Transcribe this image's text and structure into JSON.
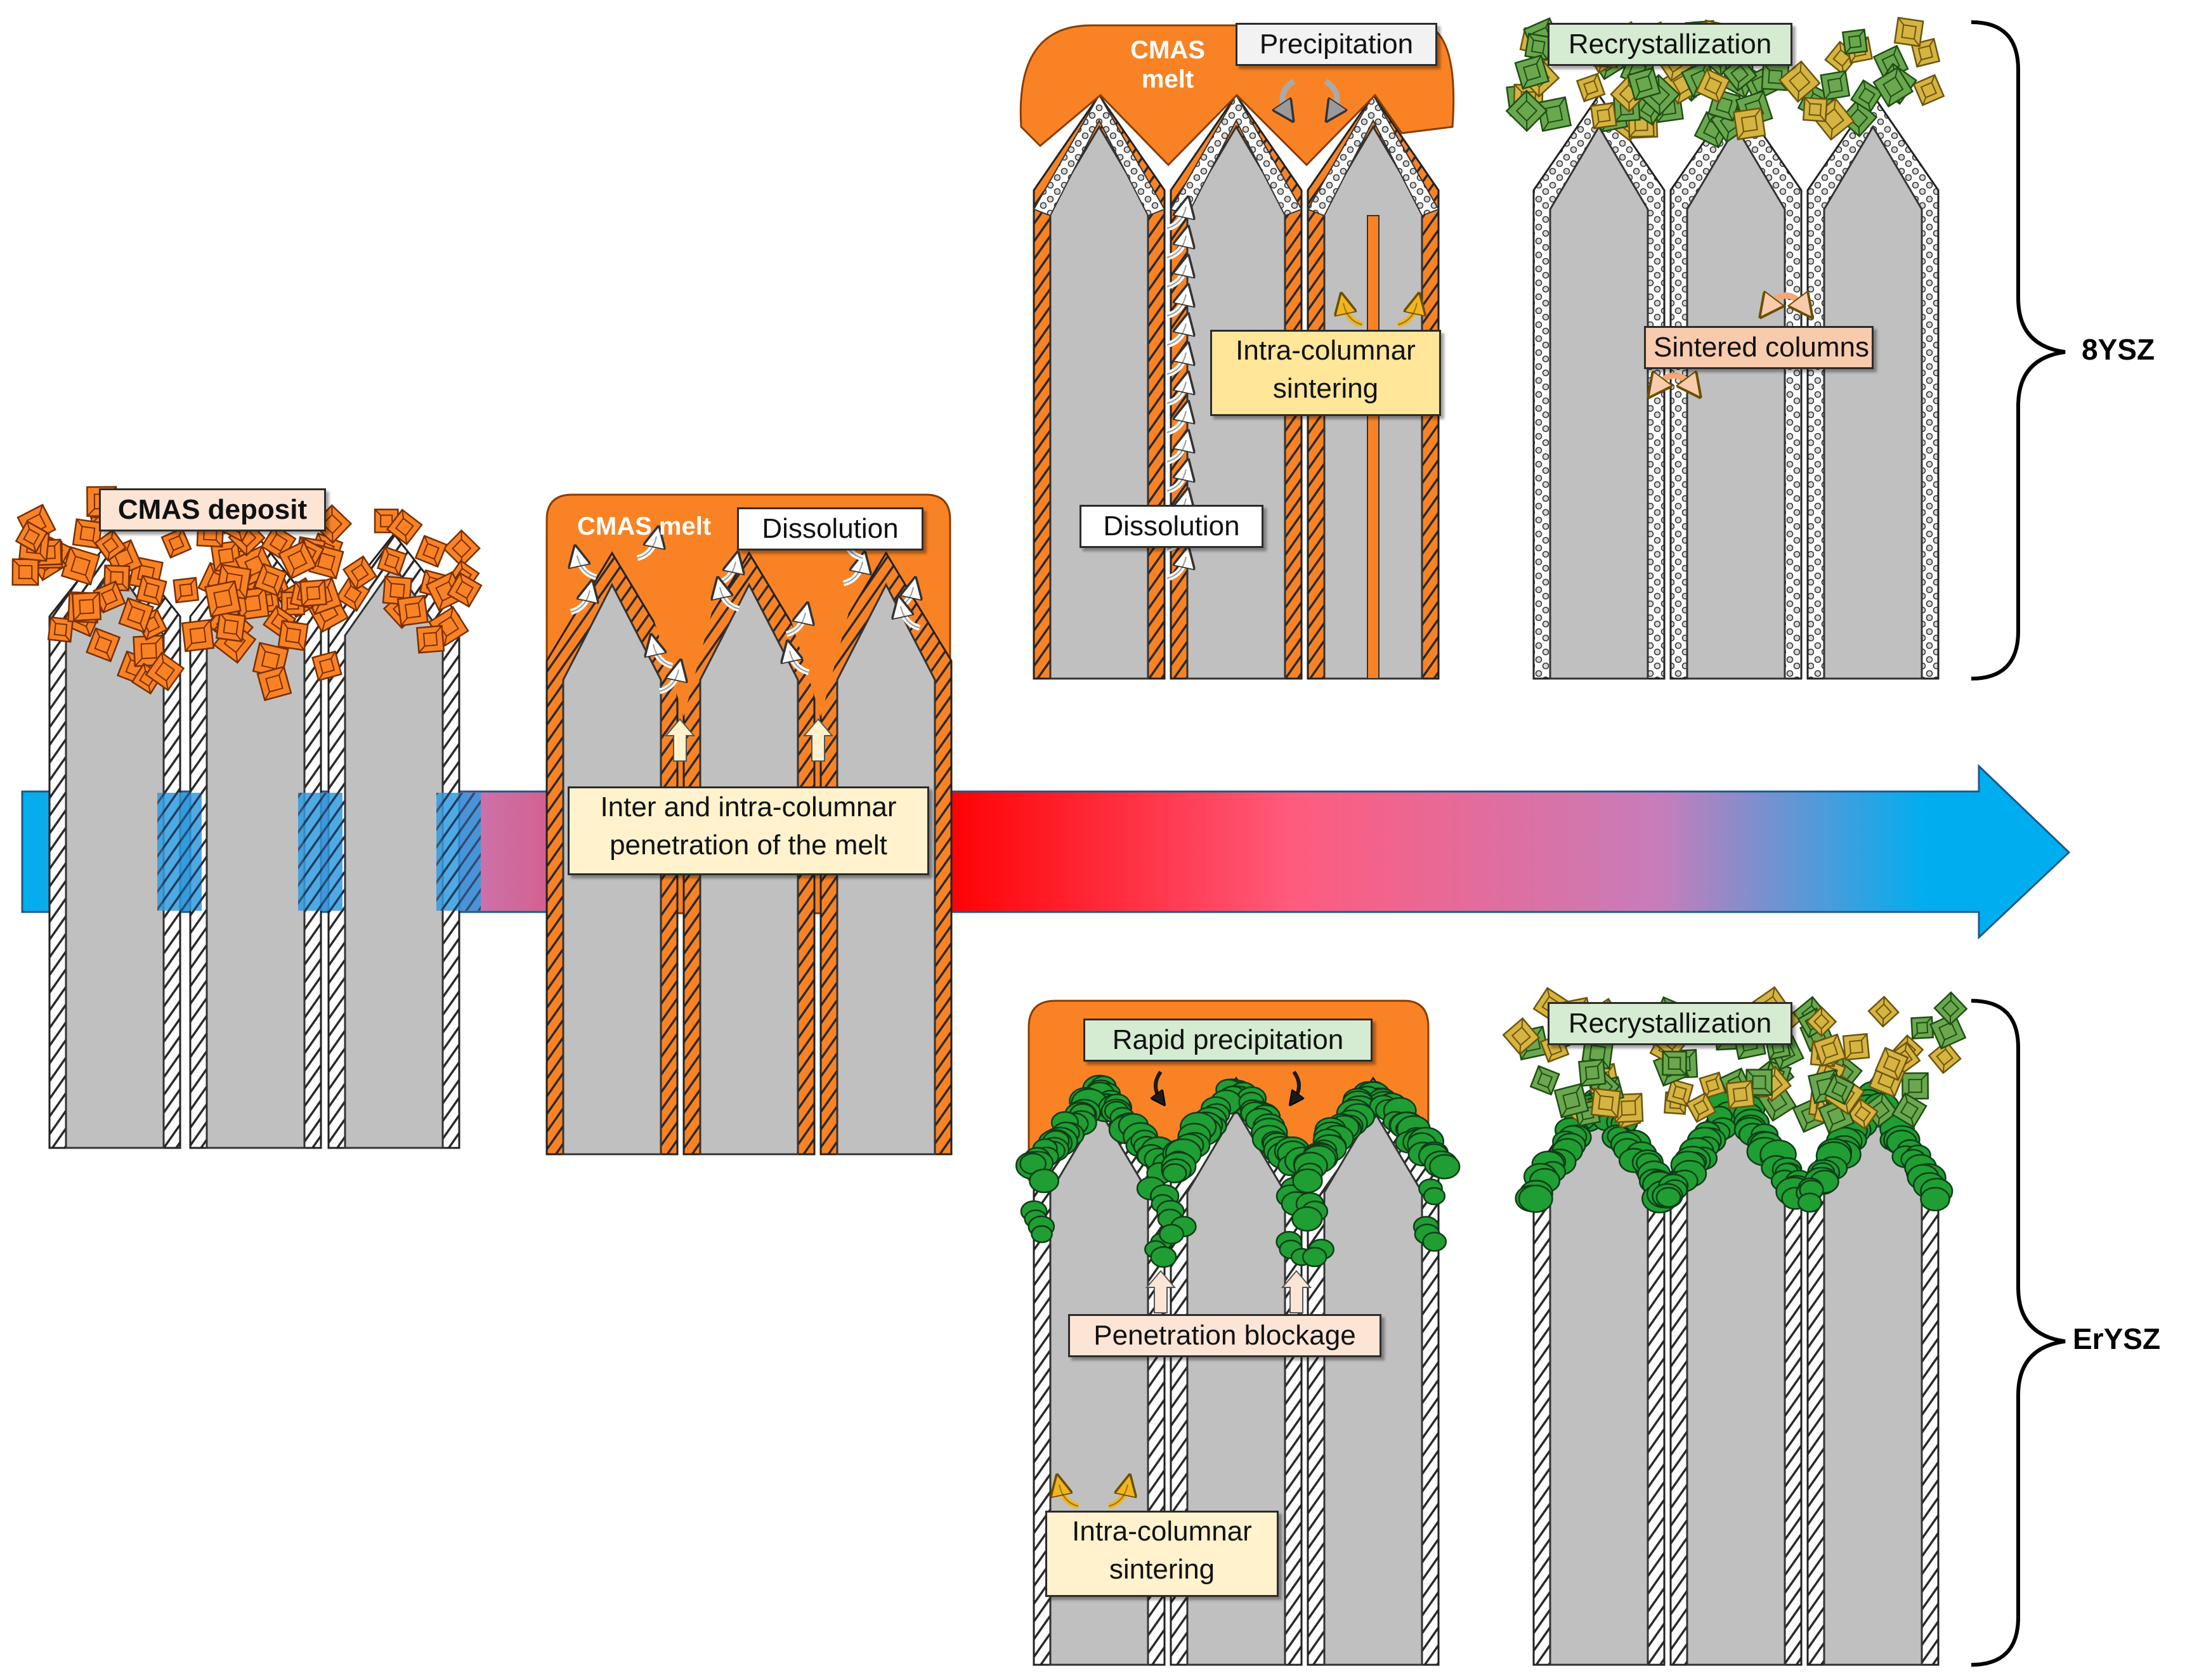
{
  "labels": {
    "cmas_deposit": "CMAS deposit",
    "stage2_melt": "CMAS melt",
    "stage2_dissolution": "Dissolution",
    "stage2_penetration": "Inter and intra-columnar penetration of the melt",
    "top_melt": "CMAS melt",
    "top_precipitation": "Precipitation",
    "top_intra_sintering": "Intra-columnar sintering",
    "top_dissolution": "Dissolution",
    "top_recrystallization": "Recrystallization",
    "top_sintered_columns": "Sintered columns",
    "bottom_rapid_precipitation": "Rapid precipitation",
    "bottom_penetration_blockage": "Penetration blockage",
    "bottom_intra_sintering": "Intra-columnar sintering",
    "bottom_recrystallization": "Recrystallization"
  },
  "materials": {
    "top": "8YSZ",
    "bottom": "ErYSZ"
  },
  "colors": {
    "cmas_orange": "#f98324",
    "column_gray": "#c0c0c0",
    "precipitate_green": "#1f9e34",
    "crystal_green": "#6aa84f",
    "crystal_yellow": "#d6b440",
    "arrow_blue": "#00aeef",
    "arrow_red": "#ff0000",
    "arrow_pink": "#ff5b7d",
    "label_peach": "#fde5d6",
    "label_cream": "#fff2cc",
    "label_yellow": "#ffe699",
    "label_green": "#d6ecd2",
    "label_salmon": "#f8cbad"
  }
}
